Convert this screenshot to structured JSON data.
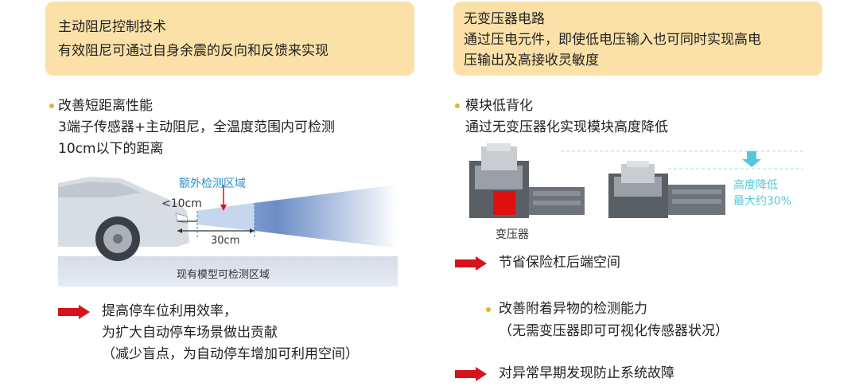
{
  "left": {
    "box": {
      "line1": "主动阻尼控制技术",
      "line2": "有效阻尼可通过自身余震的反向和反馈来实现"
    },
    "bullet": {
      "title": "改善短距离性能",
      "line2": "3端子传感器+主动阻尼，全温度范围内可检测",
      "line3": "10cm以下的距离"
    },
    "figure": {
      "extra_zone_label": "额外检测区域",
      "lt10_label": "<10cm",
      "dist30_label": "30cm",
      "existing_zone_label": "现有模型可检测区域"
    },
    "result": {
      "line1": "提高停车位利用效率，",
      "line2": "为扩大自动停车场景做出贡献",
      "line3": "（减少盲点，为自动停车增加可利用空间）"
    }
  },
  "right": {
    "box": {
      "line1": "无变压器电路",
      "line2": "通过压电元件，即使低电压输入也可同时实现高电",
      "line3": "压输出及高接收灵敏度"
    },
    "bullet": {
      "title": "模块低背化",
      "line2": "通过无变压器化实现模块高度降低"
    },
    "figure": {
      "transformer_label": "变压器",
      "height_line1": "高度降低",
      "height_line2": "最大约30%"
    },
    "result1": "节省保险杠后端空间",
    "bullet2": {
      "title": "改善附着异物的检测能力",
      "line2": "（无需变压器即可可视化传感器状况）"
    },
    "result2": "对异常早期发现防止系统故障"
  },
  "colors": {
    "box_bg": "#fbe1a8",
    "arrow_red": "#d6121c",
    "bullet_dot": "#e8b22a",
    "accent_blue": "#2d8fd0",
    "accent_teal": "#55c8d8"
  }
}
